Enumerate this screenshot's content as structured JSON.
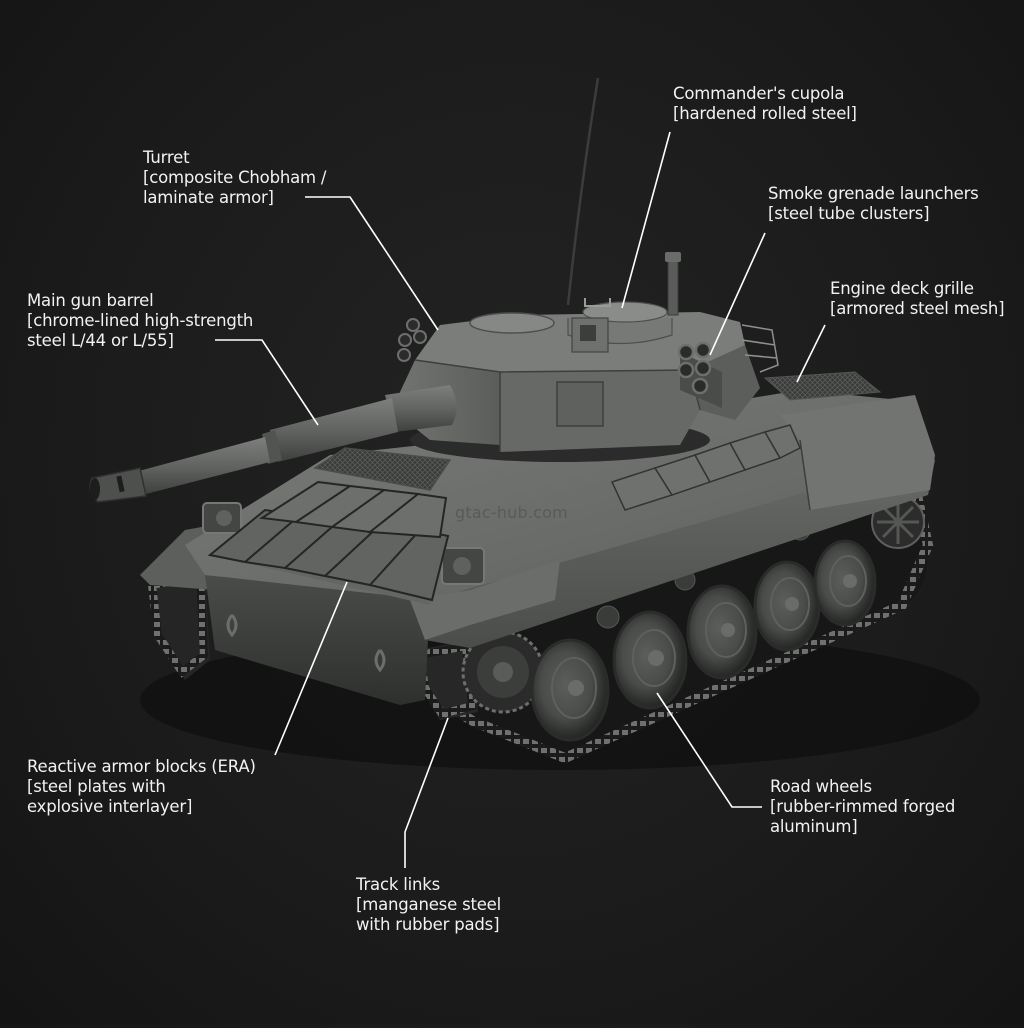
{
  "diagram": {
    "subject": "Main battle tank — material callouts",
    "background_color": "#1d1d1d",
    "line_color": "#ffffff",
    "watermark": "gtac-hub.com",
    "callouts": [
      {
        "id": "turret",
        "title": "Turret",
        "detail_1": "[composite Chobham /",
        "detail_2": "laminate armor]"
      },
      {
        "id": "main-gun",
        "title": "Main gun barrel",
        "detail_1": "[chrome-lined high-strength",
        "detail_2": "steel L/44 or L/55]"
      },
      {
        "id": "cupola",
        "title": "Commander's cupola",
        "detail_1": "[hardened rolled steel]"
      },
      {
        "id": "smoke",
        "title": "Smoke grenade launchers",
        "detail_1": "[steel tube clusters]"
      },
      {
        "id": "engine",
        "title": "Engine deck grille",
        "detail_1": "[armored steel mesh]"
      },
      {
        "id": "era",
        "title": "Reactive armor blocks (ERA)",
        "detail_1": "[steel plates with",
        "detail_2": "explosive interlayer]"
      },
      {
        "id": "track",
        "title": "Track links",
        "detail_1": "[manganese steel",
        "detail_2": "with rubber pads]"
      },
      {
        "id": "wheels",
        "title": "Road wheels",
        "detail_1": "[rubber-rimmed forged",
        "detail_2": "aluminum]"
      }
    ]
  }
}
